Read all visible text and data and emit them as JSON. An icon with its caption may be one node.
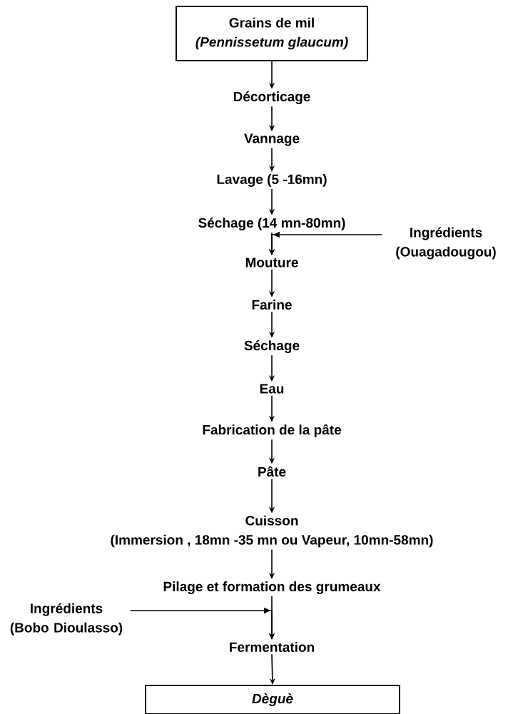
{
  "diagram": {
    "nodes": [
      {
        "text": [
          "Grains de mil",
          "(Pennissetum glaucum)"
        ]
      },
      {
        "text": [
          "Décorticage"
        ]
      },
      {
        "text": [
          "Vannage"
        ]
      },
      {
        "text": [
          "Lavage (5 -16mn)"
        ]
      },
      {
        "text": [
          "Séchage (14 mn-80mn)"
        ]
      },
      {
        "text": [
          "Ingrédients (Ouagadougou)"
        ]
      },
      {
        "text": [
          "Mouture"
        ]
      },
      {
        "text": [
          "Farine"
        ]
      },
      {
        "text": [
          "Séchage"
        ]
      },
      {
        "text": [
          "Eau"
        ]
      },
      {
        "text": [
          "Fabrication de la pâte"
        ]
      },
      {
        "text": [
          "Pâte"
        ]
      },
      {
        "text": [
          "Cuisson",
          "(Immersion , 18mn -35 mn ou Vapeur, 10mn-58mn)"
        ]
      },
      {
        "text": [
          "Pilage et formation des grumeaux"
        ]
      },
      {
        "text": [
          "Ingrédients (Bobo Dioulasso)"
        ]
      },
      {
        "text": [
          "Fermentation"
        ]
      },
      {
        "text": [
          "Dèguè"
        ]
      }
    ],
    "edges": [
      {
        "from": 0,
        "to": 1,
        "arrow": "to"
      },
      {
        "from": 1,
        "to": 2,
        "arrow": "to"
      },
      {
        "from": 2,
        "to": 3,
        "arrow": "to"
      },
      {
        "from": 3,
        "to": 4,
        "arrow": "to"
      },
      {
        "from": 4,
        "to": 6,
        "arrow": "to"
      },
      {
        "from": 5,
        "to": 6,
        "arrow": "to"
      },
      {
        "from": 6,
        "to": 7,
        "arrow": "to"
      },
      {
        "from": 7,
        "to": 8,
        "arrow": "to"
      },
      {
        "from": 8,
        "to": 9,
        "arrow": "to"
      },
      {
        "from": 9,
        "to": 10,
        "arrow": "to"
      },
      {
        "from": 10,
        "to": 11,
        "arrow": "to"
      },
      {
        "from": 11,
        "to": 12,
        "arrow": "to"
      },
      {
        "from": 12,
        "to": 13,
        "arrow": "to"
      },
      {
        "from": 13,
        "to": 15,
        "arrow": "to"
      },
      {
        "from": 14,
        "to": 15,
        "arrow": "to"
      },
      {
        "from": 15,
        "to": 16,
        "arrow": "to"
      }
    ]
  }
}
